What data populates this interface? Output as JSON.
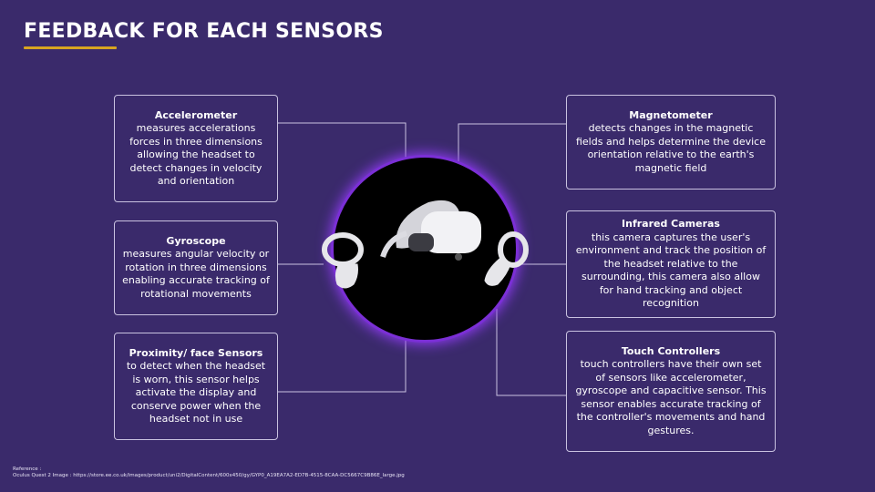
{
  "title": "FEEDBACK FOR EACH SENSORS",
  "colors": {
    "background": "#3a2a6b",
    "accent": "#d9a520",
    "glow": "#8e3bf0"
  },
  "image_icon": "vr-headset-and-controllers",
  "sensors": {
    "accelerometer": {
      "heading": "Accelerometer",
      "body": "measures accelerations forces in three dimensions allowing the headset to detect changes in velocity and orientation"
    },
    "gyroscope": {
      "heading": "Gyroscope",
      "body": "measures angular velocity or rotation in three dimensions enabling accurate tracking of rotational movements"
    },
    "proximity": {
      "heading": "Proximity/ face Sensors",
      "body": "to detect when the headset is worn, this sensor helps activate the display and conserve power when the headset not in use"
    },
    "magnetometer": {
      "heading": "Magnetometer",
      "body": "detects changes in the magnetic fields and helps determine the device orientation relative to the earth's magnetic field"
    },
    "infrared": {
      "heading": "Infrared Cameras",
      "body": "this camera captures the user's environment and track the position of the headset relative to the surrounding, this camera also allow for hand tracking and object recognition"
    },
    "touch": {
      "heading": "Touch Controllers",
      "body": "touch controllers have their own set of sensors like accelerometer, gyroscope and capacitive sensor. This sensor enables accurate tracking of the controller's movements and hand gestures."
    }
  },
  "reference": {
    "label": "Reference :",
    "text": "Oculus Quest 2 Image : https://store.ee.co.uk/images/product/uni2/DigitalContent/600x450/gy/GYP0_A19EA7A2-ED7B-4515-8CAA-DC5667C9B86E_large.jpg"
  }
}
